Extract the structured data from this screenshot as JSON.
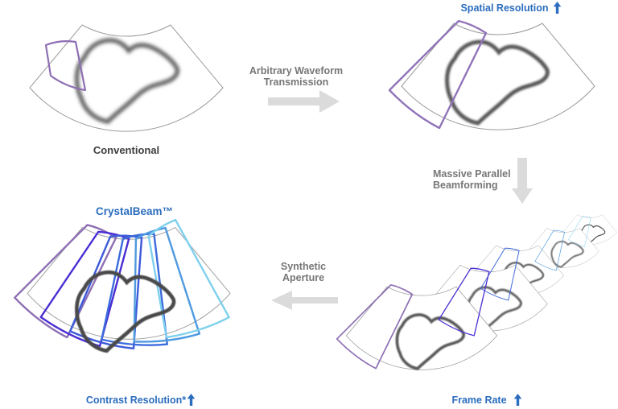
{
  "figure": {
    "background": "#ffffff",
    "panels": {
      "conventional": {
        "label": "Conventional"
      },
      "spatial_resolution": {
        "label": "Spatial Resolution",
        "metric_direction": "up"
      },
      "frame_rate": {
        "label": "Frame Rate",
        "metric_direction": "up"
      },
      "crystalbeam": {
        "title": "CrystalBeam™",
        "label": "Contrast Resolution*",
        "metric_direction": "up"
      }
    },
    "process_arrows": {
      "arbitrary_waveform": {
        "line1": "Arbitrary Waveform",
        "line2": "Transmission",
        "direction": "right"
      },
      "massive_parallel": {
        "line1": "Massive Parallel",
        "line2": "Beamforming",
        "direction": "down"
      },
      "synthetic_aperture": {
        "line1": "Synthetic",
        "line2": "Aperture",
        "direction": "left"
      }
    },
    "colors": {
      "accent_blue_text": "#2B6DBE",
      "wedge_purple": "#8E6FB4",
      "wedge_indigo": "#4B2ED3",
      "wedge_blue": "#3A66D8",
      "wedge_light_blue": "#4E9ADF",
      "wedge_cyan": "#7FD0EE",
      "fan_outline_gray": "#9B9B9B",
      "liver_blur_gray": "#636363",
      "liver_sharp_gray": "#484848",
      "label_gray": "#767676",
      "label_dark": "#3E3E3E",
      "flow_arrow_gray": "#DBDBDB"
    }
  }
}
